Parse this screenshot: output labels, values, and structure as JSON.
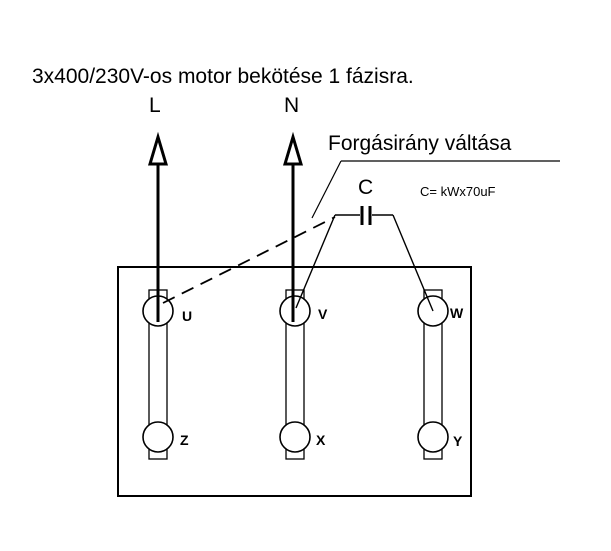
{
  "title": "3x400/230V-os motor bekötése 1 fázisra.",
  "supply": {
    "line_label": "L",
    "neutral_label": "N"
  },
  "direction_note": "Forgásirány váltása",
  "capacitor": {
    "label": "C",
    "formula": "C= kWx70uF"
  },
  "terminals": {
    "top": [
      "U",
      "V",
      "W"
    ],
    "bottom": [
      "Z",
      "X",
      "Y"
    ]
  }
}
